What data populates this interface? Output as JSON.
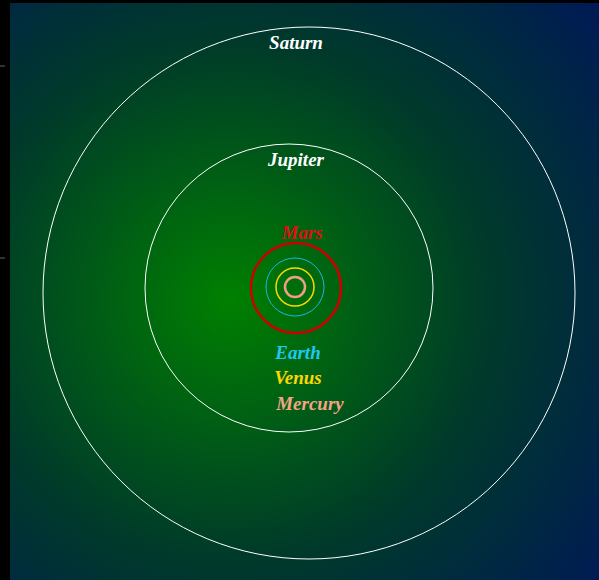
{
  "diagram": {
    "labels": [
      "Saturn",
      "Jupiter",
      "Mars",
      "Earth",
      "Venus",
      "Mercury"
    ]
  }
}
